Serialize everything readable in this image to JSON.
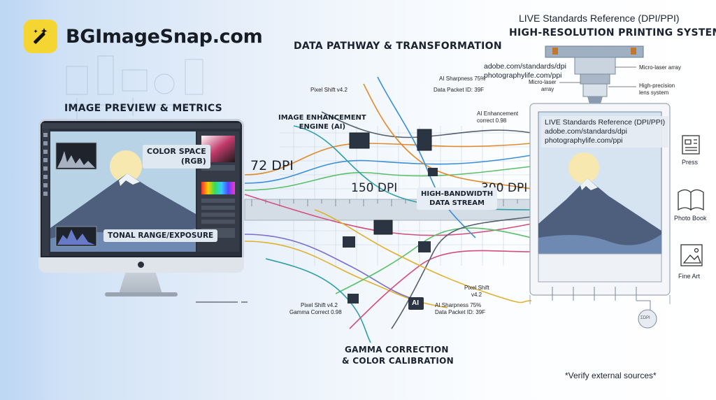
{
  "logo": {
    "text": "BGImageSnap.com",
    "icon": "magic-wand-icon",
    "badge_color": "#f4d532"
  },
  "titles": {
    "left": "IMAGE PREVIEW & METRICS",
    "center": "DATA PATHWAY & TRANSFORMATION",
    "right_line1": "LIVE Standards Reference (DPI/PPI)",
    "right_line2": "HIGH-RESOLUTION PRINTING SYSTEM",
    "bottom_center": "GAMMA CORRECTION",
    "bottom_center2": "& COLOR CALIBRATION"
  },
  "monitor": {
    "color_space": "COLOR SPACE",
    "color_space_sub": "(RGB)",
    "tonal": "TONAL RANGE/EXPOSURE"
  },
  "engine": {
    "line1": "IMAGE ENHANCEMENT",
    "line2": "ENGINE (AI)"
  },
  "stream": {
    "line1": "HIGH-BANDWIDTH",
    "line2": "DATA STREAM"
  },
  "dpi": {
    "a": "72 DPI",
    "b": "150 DPI",
    "c": "300 DPI"
  },
  "annotations": {
    "pixel_shift_top": "Pixel Shift v4.2",
    "ai_sharp_top": "AI Sharpness 75%",
    "packet_top": "Data Packet ID: 39F",
    "ai_enh": "AI Enhancement",
    "ai_enh2": "correct 0.98",
    "pixel_shift_bl": "Pixel Shift v4.2",
    "gamma_bl": "Gamma Correct 0.98",
    "ai_chip": "AI",
    "ai_sharp_b": "AI Sharpness 75%",
    "packet_b": "Data Packet ID: 39F",
    "pixel_shift_br": "Pixel Shift",
    "pixel_shift_br2": "v4.2"
  },
  "printer": {
    "link1": "adobe.com/standards/dpi",
    "link2": "photographylife.com/ppi",
    "micro1": "Micro-laser array",
    "micro2a": "Micro-laser",
    "micro2b": "array",
    "lens_a": "High-precision",
    "lens_b": "lens system",
    "screen_title": "LIVE Standards Reference (DPI/PPI)",
    "screen_link1": "adobe.com/standards/dpi",
    "screen_link2": "photographylife.com/ppi",
    "dial": "ΣDPI"
  },
  "outputs": [
    {
      "label": "Press",
      "icon": "newspaper-icon"
    },
    {
      "label": "Photo Book",
      "icon": "open-book-icon"
    },
    {
      "label": "Fine Art",
      "icon": "framed-picture-icon"
    }
  ],
  "footer": {
    "verify": "*Verify external sources*"
  }
}
